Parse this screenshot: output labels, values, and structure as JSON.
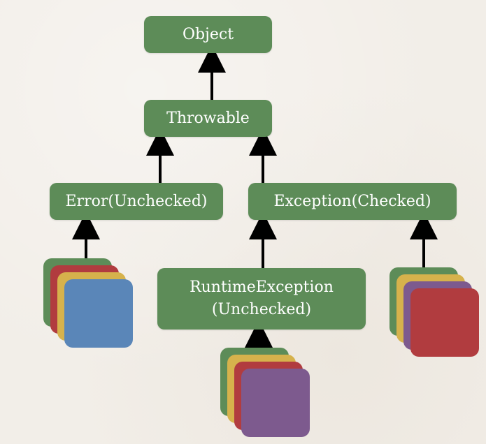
{
  "nodes": {
    "object": "Object",
    "throwable": "Throwable",
    "error": "Error(Unchecked)",
    "exception": "Exception(Checked)",
    "runtime_line1": "RuntimeException",
    "runtime_line2": "(Unchecked)"
  },
  "colors": {
    "node_green": "#5d8c58",
    "card_green": "#5d8c58",
    "card_red": "#b13c3f",
    "card_yellow": "#d6b24c",
    "card_blue": "#5a86b8",
    "card_purple": "#7d5a8e",
    "arrow": "#000000"
  }
}
